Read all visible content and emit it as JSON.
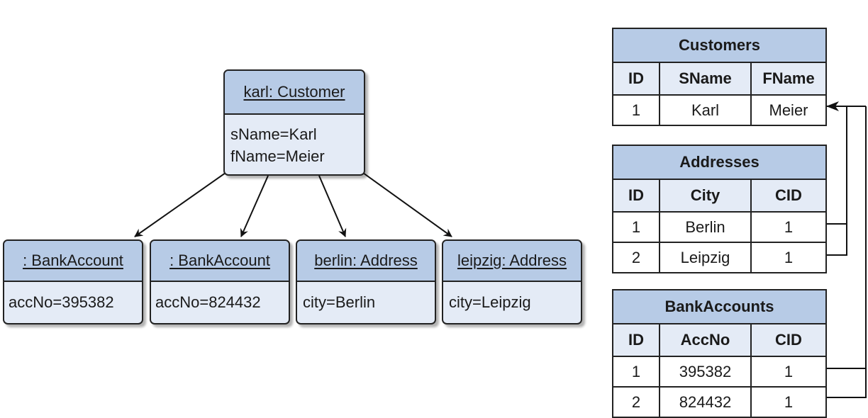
{
  "objects": {
    "customer": {
      "title": "karl: Customer",
      "attrs": [
        "sName=Karl",
        "fName=Meier"
      ]
    },
    "bank1": {
      "title": ": BankAccount",
      "attrs": [
        "accNo=395382"
      ]
    },
    "bank2": {
      "title": ": BankAccount",
      "attrs": [
        "accNo=824432"
      ]
    },
    "berlin": {
      "title": "berlin: Address",
      "attrs": [
        "city=Berlin"
      ]
    },
    "leipzig": {
      "title": "leipzig: Address",
      "attrs": [
        "city=Leipzig"
      ]
    }
  },
  "tables": {
    "customers": {
      "name": "Customers",
      "columns": [
        "ID",
        "SName",
        "FName"
      ],
      "rows": [
        [
          "1",
          "Karl",
          "Meier"
        ]
      ]
    },
    "addresses": {
      "name": "Addresses",
      "columns": [
        "ID",
        "City",
        "CID"
      ],
      "rows": [
        [
          "1",
          "Berlin",
          "1"
        ],
        [
          "2",
          "Leipzig",
          "1"
        ]
      ]
    },
    "bankaccounts": {
      "name": "BankAccounts",
      "columns": [
        "ID",
        "AccNo",
        "CID"
      ],
      "rows": [
        [
          "1",
          "395382",
          "1"
        ],
        [
          "2",
          "824432",
          "1"
        ]
      ]
    }
  }
}
